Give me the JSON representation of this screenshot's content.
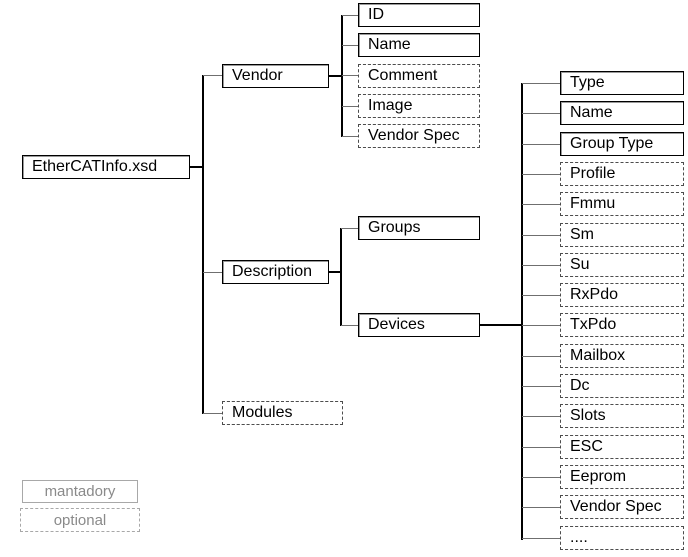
{
  "diagram": {
    "title": "EtherCATInfo.xsd",
    "type": "tree",
    "root": {
      "label": "EtherCATInfo.xsd",
      "kind": "mandatory"
    },
    "level1": [
      {
        "label": "Vendor",
        "kind": "mandatory"
      },
      {
        "label": "Description",
        "kind": "mandatory"
      },
      {
        "label": "Modules",
        "kind": "optional"
      }
    ],
    "vendor_children": [
      {
        "label": "ID",
        "kind": "mandatory"
      },
      {
        "label": "Name",
        "kind": "mandatory"
      },
      {
        "label": "Comment",
        "kind": "optional"
      },
      {
        "label": "Image",
        "kind": "optional"
      },
      {
        "label": "Vendor Spec",
        "kind": "optional"
      }
    ],
    "description_children": [
      {
        "label": "Groups",
        "kind": "mandatory"
      },
      {
        "label": "Devices",
        "kind": "mandatory"
      }
    ],
    "devices_children": [
      {
        "label": "Type",
        "kind": "mandatory"
      },
      {
        "label": "Name",
        "kind": "mandatory"
      },
      {
        "label": "Group Type",
        "kind": "mandatory"
      },
      {
        "label": "Profile",
        "kind": "optional"
      },
      {
        "label": "Fmmu",
        "kind": "optional"
      },
      {
        "label": "Sm",
        "kind": "optional"
      },
      {
        "label": "Su",
        "kind": "optional"
      },
      {
        "label": "RxPdo",
        "kind": "optional"
      },
      {
        "label": "TxPdo",
        "kind": "optional"
      },
      {
        "label": "Mailbox",
        "kind": "optional"
      },
      {
        "label": "Dc",
        "kind": "optional"
      },
      {
        "label": "Slots",
        "kind": "optional"
      },
      {
        "label": "ESC",
        "kind": "optional"
      },
      {
        "label": "Eeprom",
        "kind": "optional"
      },
      {
        "label": "Vendor Spec",
        "kind": "optional"
      },
      {
        "label": "....",
        "kind": "optional"
      }
    ],
    "legend": [
      {
        "label": "mantadory",
        "kind": "mandatory"
      },
      {
        "label": "optional",
        "kind": "optional"
      }
    ],
    "colors": {
      "line": "#000000",
      "line_grey": "#6f6f6f",
      "text": "#000000",
      "legend_text": "#8a8a8a",
      "background": "#ffffff"
    }
  }
}
